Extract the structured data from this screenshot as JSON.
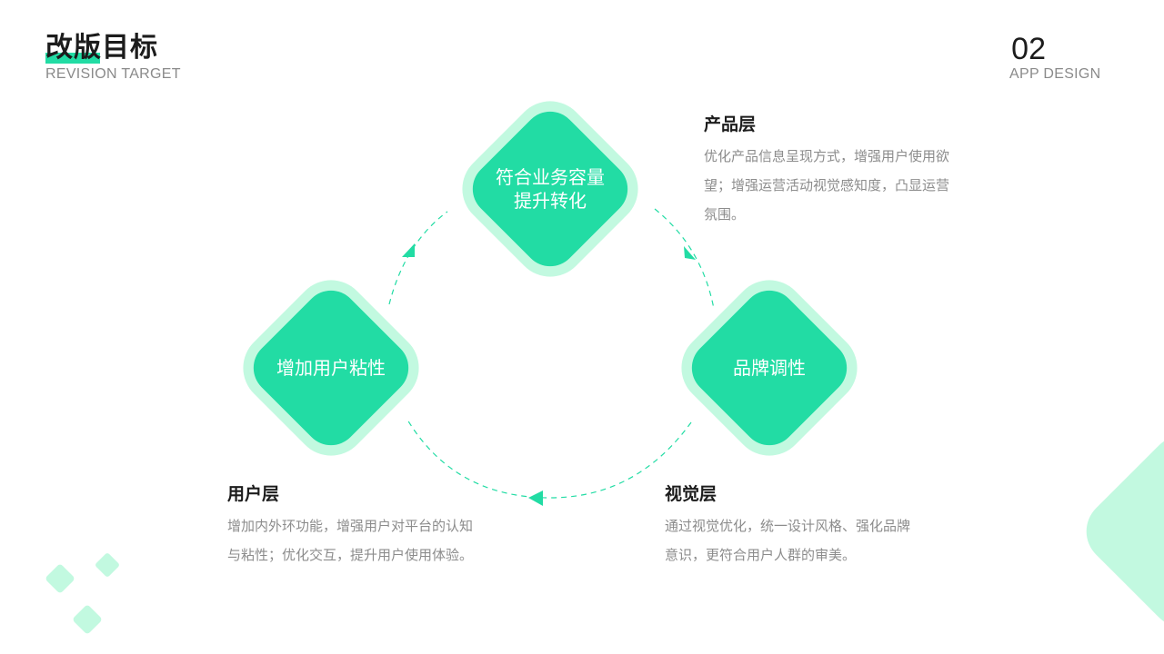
{
  "header": {
    "title": "改版目标",
    "subtitle": "REVISION TARGET",
    "page_number": "02",
    "page_subtitle": "APP DESIGN"
  },
  "nodes": [
    {
      "id": "business",
      "lines": [
        "符合业务容量",
        "提升转化"
      ]
    },
    {
      "id": "user",
      "lines": [
        "增加用户粘性"
      ]
    },
    {
      "id": "brand",
      "lines": [
        "品牌调性"
      ]
    }
  ],
  "layers": {
    "product": {
      "title": "产品层",
      "lines": [
        "优化产品信息呈现方式，增强用户使用欲",
        "望；增强运营活动视觉感知度，凸显运营",
        "氛围。"
      ]
    },
    "user": {
      "title": "用户层",
      "lines": [
        "增加内外环功能，增强用户对平台的认知",
        "与粘性；优化交互，提升用户使用体验。"
      ]
    },
    "visual": {
      "title": "视觉层",
      "lines": [
        "通过视觉优化，统一设计风格、强化品牌",
        "意识，更符合用户人群的审美。"
      ]
    }
  },
  "colors": {
    "accent": "#22dca4",
    "light_accent": "#c2f9e0",
    "text_dark": "#1c1c1c",
    "text_gray": "#8c8c8c"
  }
}
